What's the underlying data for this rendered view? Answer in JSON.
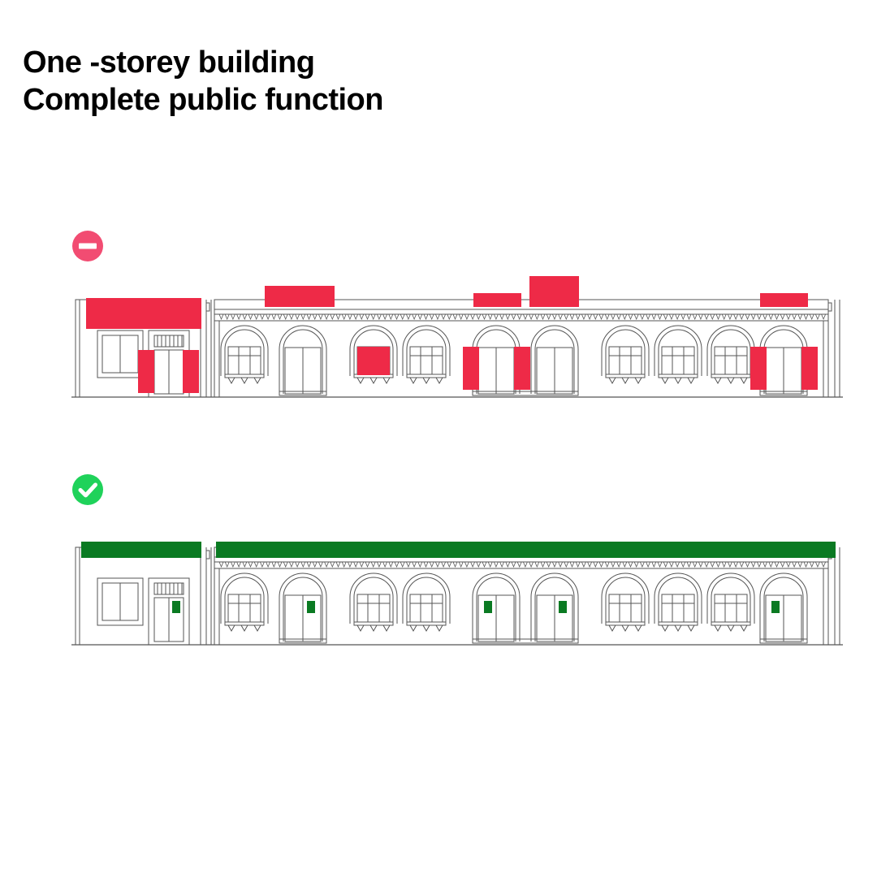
{
  "title": {
    "line1": "One -storey building",
    "line2": "Complete public function"
  },
  "colors": {
    "bad_accent": "#EE2A47",
    "bad_icon": "#F24C72",
    "good_accent": "#0A7A22",
    "good_icon": "#1FD25A",
    "line": "#555555"
  },
  "panels": [
    {
      "verdict": "not-allowed",
      "icon": "no-entry-icon"
    },
    {
      "verdict": "allowed",
      "icon": "check-circle-icon"
    }
  ]
}
